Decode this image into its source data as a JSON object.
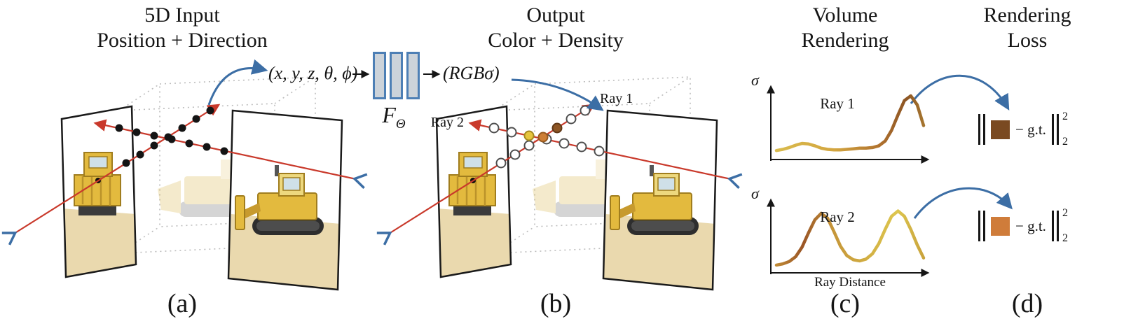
{
  "figure": {
    "panel_a": {
      "title_line1": "5D Input",
      "title_line2": "Position + Direction",
      "caption": "(a)"
    },
    "panel_b": {
      "title_line1": "Output",
      "title_line2": "Color + Density",
      "caption": "(b)",
      "ray1_label": "Ray 1",
      "ray2_label": "Ray 2"
    },
    "panel_c": {
      "title_line1": "Volume",
      "title_line2": "Rendering",
      "caption": "(c)",
      "plot1_label": "Ray 1",
      "plot2_label": "Ray 2",
      "x_axis_label": "Ray Distance",
      "sigma": "σ"
    },
    "panel_d": {
      "title_line1": "Rendering",
      "title_line2": "Loss",
      "caption": "(d)",
      "loss1": {
        "minus_gt": "− g.t.",
        "sup": "2",
        "sub": "2"
      },
      "loss2": {
        "minus_gt": "− g.t.",
        "sup": "2",
        "sub": "2"
      }
    },
    "network": {
      "input_label": "(x, y, z, θ, ϕ)",
      "mlp_label": "F",
      "mlp_subscript": "Θ",
      "output_label": "(RGBσ)"
    },
    "colors": {
      "ray_red": "#c9392b",
      "arrow_blue": "#3c6ea5",
      "mlp_border": "#4d7fb5",
      "loss1_square": "#7a4a21",
      "loss2_square": "#cf7c3a",
      "sample_yellow": "#e6c53e",
      "sample_orange": "#cd7e35",
      "sample_brown": "#8d5524"
    }
  },
  "chart_data": [
    {
      "type": "line",
      "title": "Ray 1",
      "xlabel": "Ray Distance",
      "ylabel": "σ",
      "x_spacing": "uniform",
      "x_range": [
        0,
        1
      ],
      "ylim": [
        0,
        1
      ],
      "grid": false,
      "y": [
        0.08,
        0.1,
        0.13,
        0.17,
        0.2,
        0.19,
        0.16,
        0.12,
        0.1,
        0.09,
        0.09,
        0.1,
        0.11,
        0.12,
        0.12,
        0.13,
        0.16,
        0.24,
        0.42,
        0.68,
        0.92,
        1.0,
        0.85,
        0.5
      ]
    },
    {
      "type": "line",
      "title": "Ray 2",
      "xlabel": "Ray Distance",
      "ylabel": "σ",
      "x_spacing": "uniform",
      "x_range": [
        0,
        1
      ],
      "ylim": [
        0,
        1
      ],
      "grid": false,
      "y": [
        0.06,
        0.08,
        0.12,
        0.2,
        0.36,
        0.6,
        0.82,
        0.93,
        0.85,
        0.62,
        0.38,
        0.22,
        0.15,
        0.13,
        0.16,
        0.25,
        0.42,
        0.66,
        0.88,
        0.97,
        0.88,
        0.66,
        0.4,
        0.18
      ]
    }
  ]
}
